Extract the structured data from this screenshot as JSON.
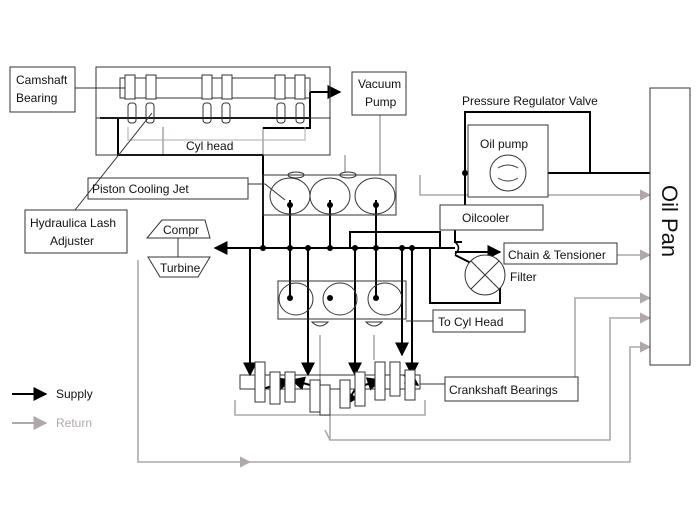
{
  "labels": {
    "camshaft_bearing_1": "Camshaft",
    "camshaft_bearing_2": "Bearing",
    "vacuum_pump_1": "Vacuum",
    "vacuum_pump_2": "Pump",
    "pressure_regulator_valve": "Pressure Regulator Valve",
    "oil_pump": "Oil pump",
    "cyl_head": "Cyl head",
    "piston_cooling_jet": "Piston Cooling Jet",
    "hydraulic_lash_1": "Hydraulica Lash",
    "hydraulic_lash_2": "Adjuster",
    "compr": "Compr",
    "turbine": "Turbine",
    "oilcooler": "Oilcooler",
    "chain_tensioner": "Chain & Tensioner",
    "filter": "Filter",
    "oil_pan": "Oil Pan",
    "to_cyl_head": "To Cyl Head",
    "crankshaft_bearings": "Crankshaft Bearings"
  },
  "legend": {
    "supply": "Supply",
    "return": "Return"
  },
  "colors": {
    "supply": "#000000",
    "return": "#b0a8a8",
    "outline": "#333333"
  }
}
